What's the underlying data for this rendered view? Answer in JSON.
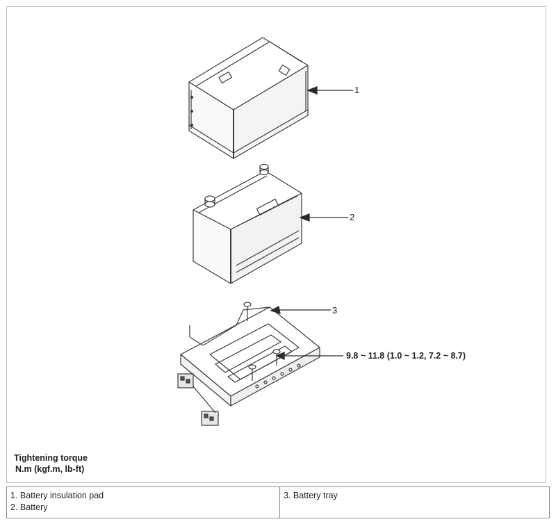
{
  "callouts": {
    "c1": "1",
    "c2": "2",
    "c3": "3",
    "torque_value": "9.8 ~ 11.8 (1.0 ~ 1.2, 7.2 ~ 8.7)"
  },
  "torque_label": {
    "line1": "Tightening torque",
    "line2": "N.m (kgf.m, lb-ft)"
  },
  "legend": {
    "left": [
      "1. Battery insulation pad",
      "2. Battery"
    ],
    "right": [
      "3. Battery tray"
    ]
  }
}
